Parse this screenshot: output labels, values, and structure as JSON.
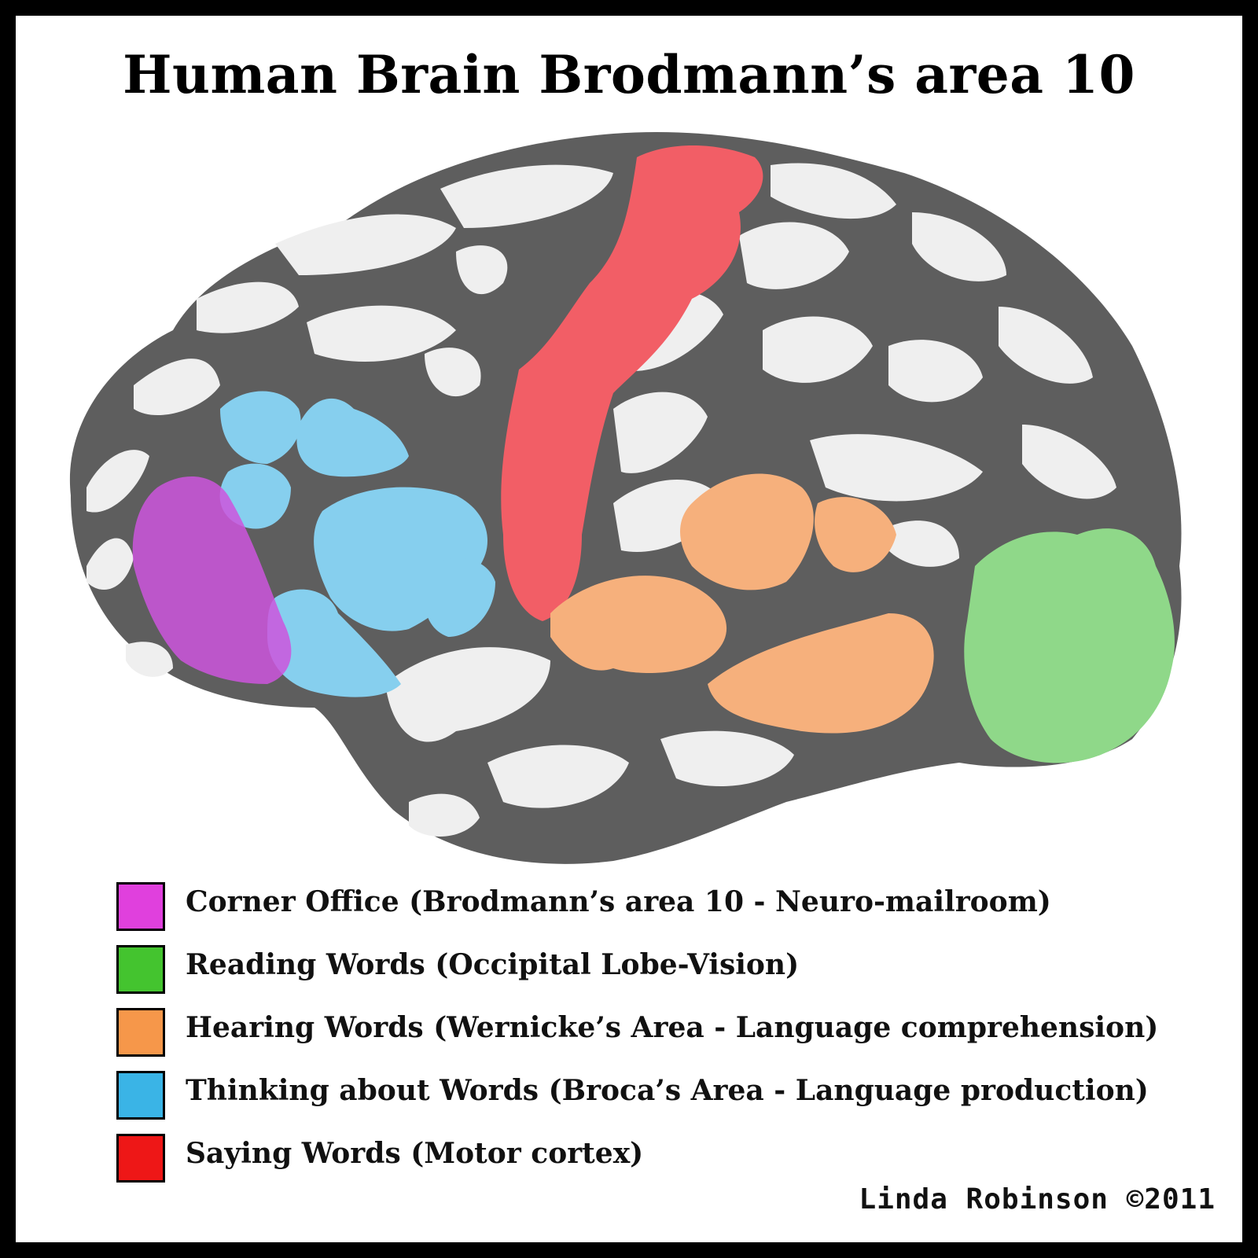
{
  "title": "Human Brain Brodmann’s area 10",
  "regions": [
    {
      "key": "corner_office",
      "color": "#cc55dd"
    },
    {
      "key": "reading_words",
      "color": "#8fd889"
    },
    {
      "key": "hearing_words",
      "color": "#f6b07c"
    },
    {
      "key": "thinking_words",
      "color": "#86cfee"
    },
    {
      "key": "saying_words",
      "color": "#f25e66"
    }
  ],
  "legend": [
    {
      "label": "Corner Office (Brodmann’s area 10 - Neuro-mailroom)",
      "color": "#e040dd"
    },
    {
      "label": "Reading Words (Occipital Lobe-Vision)",
      "color": "#44c42f"
    },
    {
      "label": "Hearing Words (Wernicke’s Area - Language comprehension)",
      "color": "#f6974a"
    },
    {
      "label": "Thinking about Words (Broca’s Area - Language production)",
      "color": "#3ab4e6"
    },
    {
      "label": "Saying Words (Motor cortex)",
      "color": "#ee1717"
    }
  ],
  "credit": "Linda Robinson ©2011"
}
